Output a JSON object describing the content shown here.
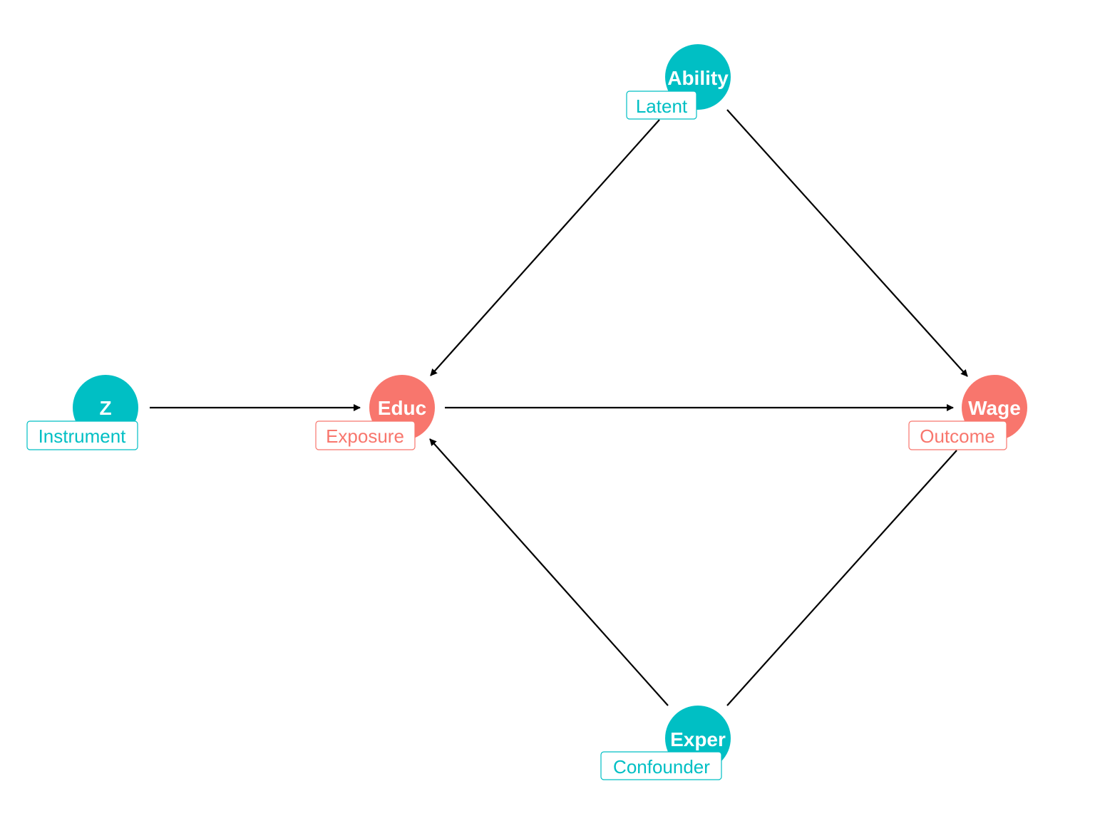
{
  "colors": {
    "background": "#ffffff",
    "teal": "#00BFC4",
    "salmon": "#F8766D",
    "edge": "#000000"
  },
  "nodes": [
    {
      "id": "z",
      "name": "Z",
      "role": "Instrument",
      "color": "#00BFC4"
    },
    {
      "id": "educ",
      "name": "Educ",
      "role": "Exposure",
      "color": "#F8766D"
    },
    {
      "id": "wage",
      "name": "Wage",
      "role": "Outcome",
      "color": "#F8766D"
    },
    {
      "id": "ability",
      "name": "Ability",
      "role": "Latent",
      "color": "#00BFC4"
    },
    {
      "id": "exper",
      "name": "Exper",
      "role": "Confounder",
      "color": "#00BFC4"
    }
  ],
  "edges": [
    {
      "from": "z",
      "to": "educ"
    },
    {
      "from": "educ",
      "to": "wage"
    },
    {
      "from": "ability",
      "to": "educ"
    },
    {
      "from": "ability",
      "to": "wage"
    },
    {
      "from": "exper",
      "to": "educ"
    },
    {
      "from": "exper",
      "to": "wage"
    }
  ]
}
